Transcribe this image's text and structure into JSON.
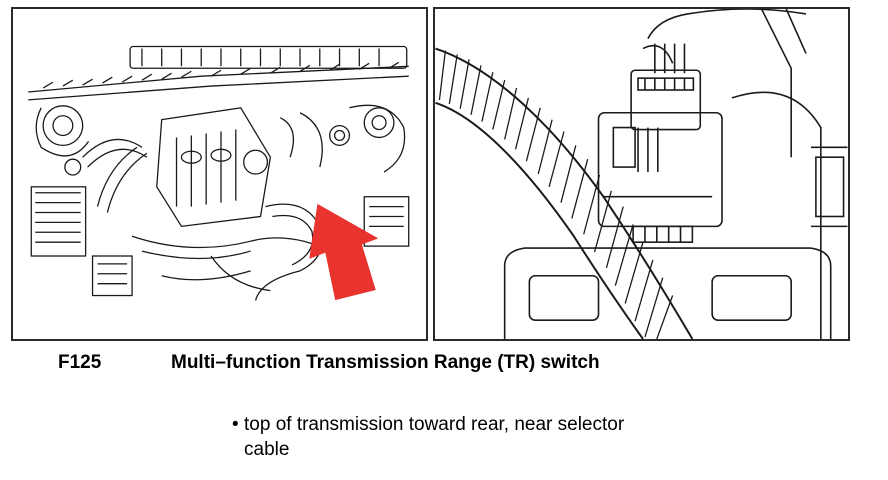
{
  "caption": {
    "code": "F125",
    "title": "Multi–function Transmission Range (TR) switch"
  },
  "location_note": {
    "bullet": "•",
    "line1": "top of transmission toward rear, near selector",
    "line2": "cable"
  },
  "colors": {
    "arrow": "#e8332e",
    "line_art": "#1a1a1a"
  },
  "icons": {
    "left_panel": "engine-bay-line-art",
    "right_panel": "connector-closeup-line-art",
    "pointer": "red-arrow-icon"
  }
}
